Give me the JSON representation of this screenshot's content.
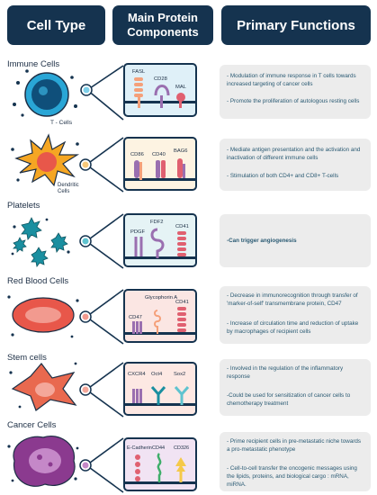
{
  "headers": {
    "cell_type": "Cell Type",
    "main_protein_line1": "Main Protein",
    "main_protein_line2": "Components",
    "primary_functions": "Primary Functions"
  },
  "rows": [
    {
      "cell": "Immune Cells",
      "sublabel": "T - Cells",
      "proteins": [
        "FASL",
        "CD28",
        "MAL"
      ],
      "functions": [
        "- Modulation of immune response in T cells towards increased targeting of cancer cells",
        "- Promote the proliferation of autologous resting cells"
      ]
    },
    {
      "cell": "",
      "sublabel_line1": "Dendritic",
      "sublabel_line2": "Cells",
      "proteins": [
        "CD86",
        "CD40",
        "BAG6"
      ],
      "functions": [
        "- Mediate antigen presentation and the activation and inactivation of different immune cells",
        "- Stimulation of both CD4+ and CD8+ T-cells"
      ]
    },
    {
      "cell": "Platelets",
      "proteins": [
        "PDGF",
        "FDF2",
        "CD41"
      ],
      "functions": [
        "-Can trigger angiogenesis"
      ]
    },
    {
      "cell": "Red Blood Cells",
      "proteins": [
        "CD47",
        "Glycophorin A",
        "CD41"
      ],
      "functions": [
        "- Decrease in immunorecognition through transfer of 'marker-of-self' transmembrane protein, CD47",
        "- Increase of circulation time and reduction of uptake by macrophages of recipient cells"
      ]
    },
    {
      "cell": "Stem cells",
      "proteins": [
        "CXCR4",
        "Oct4",
        "Sox2"
      ],
      "functions": [
        "- Involved in the regulation of the inflammatory response",
        "-Could be used for sensitization of cancer cells to chemotherapy treatment"
      ]
    },
    {
      "cell": "Cancer Cells",
      "proteins": [
        "E-Cadherin",
        "CD44",
        "CD326"
      ],
      "functions": [
        "- Prime recipient cells in pre-metastatic niche towards a pro-metastatic phenotype",
        "- Cell-to-cell transfer the oncogenic messages using the lipids, proteins, and biological cargo : mRNA, miRNA."
      ]
    }
  ],
  "colors": {
    "header_bg": "#15334f",
    "function_text": "#2a5a73",
    "function_box": "#ececec",
    "tcell": "#29a6d6",
    "dendritic": "#f5a623",
    "platelet": "#1a8fa0",
    "rbc": "#e8574a",
    "stem": "#e9694f",
    "cancer": "#8b3a8f",
    "receptor_orange": "#f5a07a",
    "receptor_purple": "#9a6fb0",
    "receptor_pink": "#e06070"
  }
}
